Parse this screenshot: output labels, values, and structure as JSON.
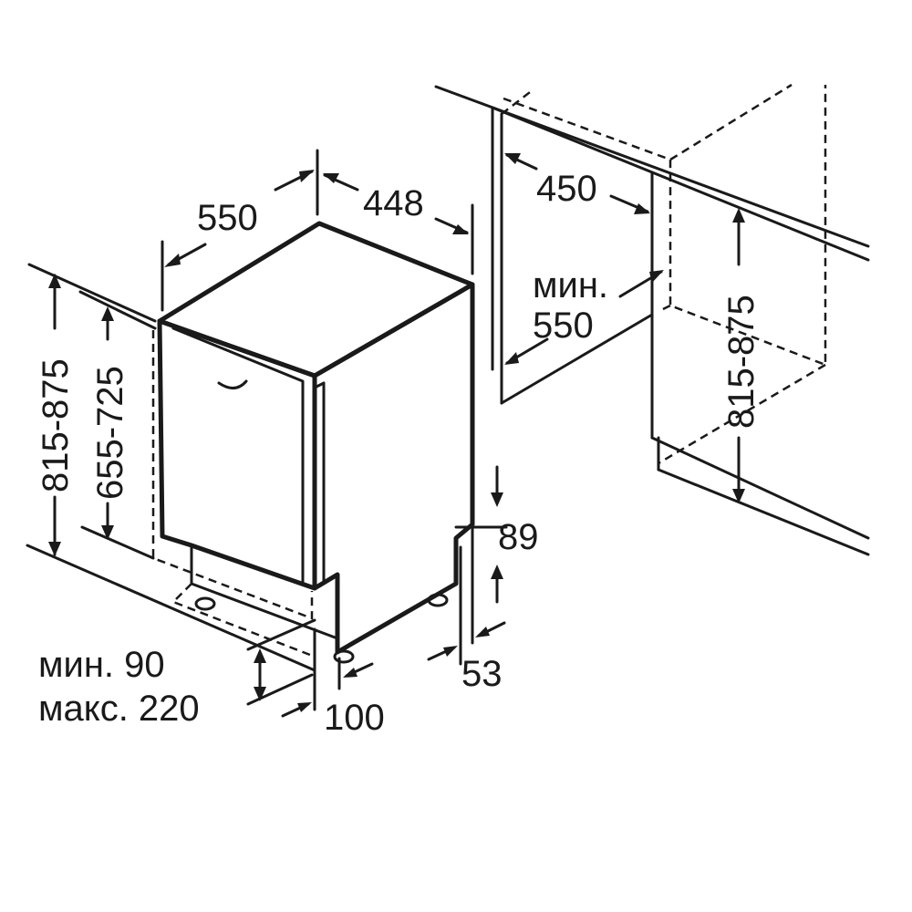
{
  "colors": {
    "line": "#1a1a1a",
    "background": "#ffffff"
  },
  "labels": {
    "depth": "550",
    "width": "448",
    "niche_width": "450",
    "niche_depth_line1": "мин.",
    "niche_depth_line2": "550",
    "niche_height": "815-875",
    "total_height": "815-875",
    "door_height": "655-725",
    "plinth_height": "89",
    "foot_offset": "53",
    "toe_kick_line1": "мин. 90",
    "toe_kick_line2": "макс. 220",
    "foot_depth": "100"
  }
}
